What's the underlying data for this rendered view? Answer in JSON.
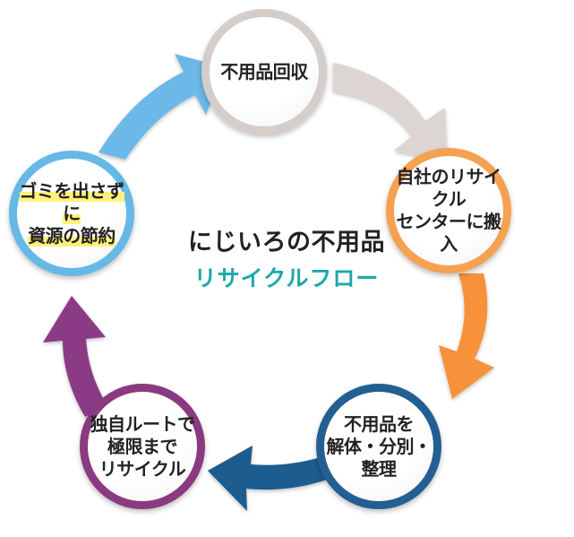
{
  "title": {
    "main": "にじいろの不用品",
    "sub": "リサイクルフロー"
  },
  "steps": [
    {
      "label": "不用品回収",
      "color": "#d4cdca"
    },
    {
      "label": "自社のリサイクル\nセンターに搬入",
      "color": "#f5a152"
    },
    {
      "label": "不用品を\n解体・分別・整理",
      "color": "#235f92"
    },
    {
      "label": "独自ルートで\n極限まで\nリサイクル",
      "color": "#8a3a80"
    },
    {
      "label": "ゴミを出さずに\n資源の節約",
      "color": "#66b8e6"
    }
  ],
  "highlight_color": "#fff27a",
  "title_sub_color": "#1ea8a8"
}
